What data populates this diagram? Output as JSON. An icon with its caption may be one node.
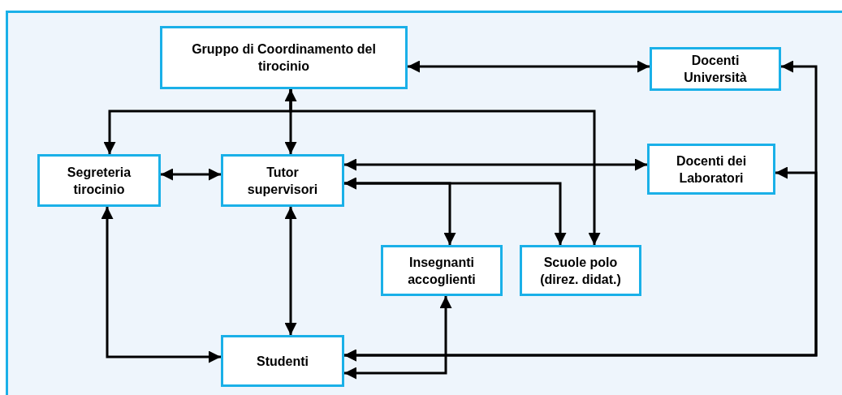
{
  "diagram": {
    "nodes": [
      {
        "text": [
          "Gruppo di Coordinamento del tirocinio"
        ]
      },
      {
        "text": [
          "Docenti Università"
        ]
      },
      {
        "text": [
          "Segreteria tirocinio"
        ]
      },
      {
        "text": [
          "Tutor supervisori"
        ]
      },
      {
        "text": [
          "Docenti dei Laboratori"
        ]
      },
      {
        "text": [
          "Insegnanti accoglienti"
        ]
      },
      {
        "text": [
          "Scuole polo (direz. didat.)"
        ]
      },
      {
        "text": [
          "Studenti"
        ]
      }
    ],
    "edges": [
      {
        "from": 0,
        "to": 1,
        "arrow": "both"
      },
      {
        "from": 0,
        "to": 3,
        "arrow": "both"
      },
      {
        "from": 0,
        "to": 2,
        "arrow": "to"
      },
      {
        "from": 0,
        "to": 6,
        "arrow": "to"
      },
      {
        "from": 2,
        "to": 3,
        "arrow": "both"
      },
      {
        "from": 3,
        "to": 4,
        "arrow": "both"
      },
      {
        "from": 3,
        "to": 5,
        "arrow": "both"
      },
      {
        "from": 3,
        "to": 6,
        "arrow": "both"
      },
      {
        "from": 3,
        "to": 7,
        "arrow": "both"
      },
      {
        "from": 2,
        "to": 7,
        "arrow": "both"
      },
      {
        "from": 7,
        "to": 1,
        "arrow": "both"
      },
      {
        "from": 7,
        "to": 4,
        "arrow": "both"
      },
      {
        "from": 7,
        "to": 5,
        "arrow": "both"
      }
    ]
  }
}
